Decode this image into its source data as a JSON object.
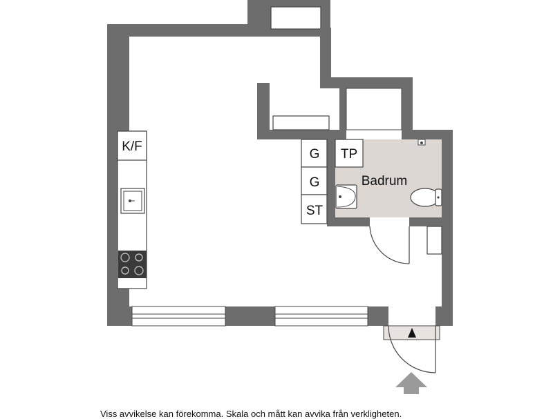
{
  "labels": {
    "kf": "K/F",
    "g1": "G",
    "g2": "G",
    "st": "ST",
    "tp": "TP",
    "bathroom": "Badrum"
  },
  "disclaimer": "Viss avvikelse kan förekomma. Skala och mått kan avvika från verkligheten.",
  "colors": {
    "wall": "#6d6d6d",
    "bathroom_floor": "#ddd7d3",
    "outline": "#444444"
  },
  "icons": {
    "entrance_arrow": "entrance-arrow-icon",
    "sink": "sink-icon",
    "stove": "stove-icon",
    "toilet": "toilet-icon",
    "washbasin": "washbasin-icon"
  }
}
